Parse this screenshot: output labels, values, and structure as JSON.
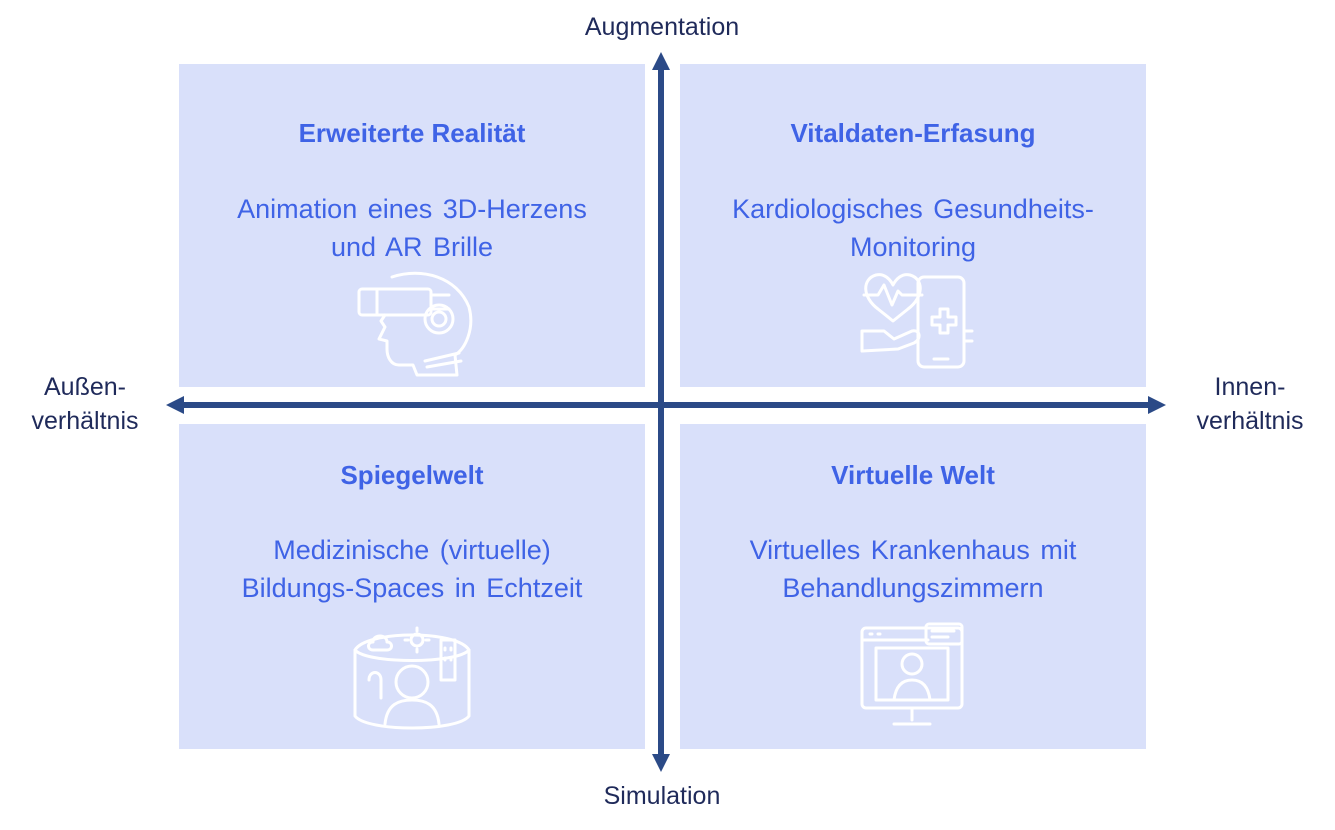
{
  "axes": {
    "top": "Augmentation",
    "bottom": "Simulation",
    "left_line1": "Außen-",
    "left_line2": "verhältnis",
    "right_line1": "Innen-",
    "right_line2": "verhältnis"
  },
  "quadrants": [
    {
      "title": "Erweiterte Realität",
      "desc_line1": "Animation eines 3D-Herzens",
      "desc_line2": "und AR Brille",
      "icon": "vr-headset-head-icon"
    },
    {
      "title": "Vitaldaten-Erfasung",
      "desc_line1": "Kardiologisches Gesundheits-",
      "desc_line2": "Monitoring",
      "icon": "phone-heart-monitor-icon"
    },
    {
      "title": "Spiegelwelt",
      "desc_line1": "Medizinische (virtuelle)",
      "desc_line2": "Bildungs-Spaces in Echtzeit",
      "icon": "immersive-space-person-icon"
    },
    {
      "title": "Virtuelle Welt",
      "desc_line1": "Virtuelles Krankenhaus mit",
      "desc_line2": "Behandlungszimmern",
      "icon": "monitor-video-call-icon"
    }
  ],
  "colors": {
    "quad_bg": "#d9e0fa",
    "accent": "#3f63e6",
    "axis": "#2b4a87",
    "label": "#1f2a5a"
  }
}
